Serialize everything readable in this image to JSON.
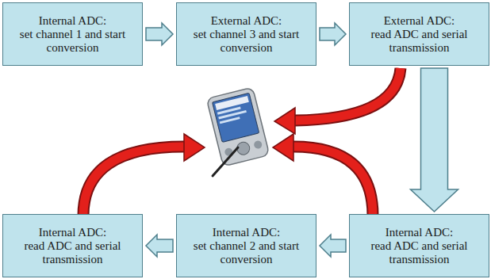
{
  "diagram": {
    "nodes": [
      {
        "text": [
          "Internal ADC:",
          "set channel 1 and start conversion"
        ]
      },
      {
        "text": [
          "External ADC:",
          "set channel 3 and start conversion"
        ]
      },
      {
        "text": [
          "External ADC:",
          "read ADC and serial transmission"
        ]
      },
      {
        "text": [
          "Internal ADC:",
          "read ADC and serial transmission"
        ]
      },
      {
        "text": [
          "Internal ADC:",
          "set channel 2 and start conversion"
        ]
      },
      {
        "text": [
          "Internal ADC:",
          "read ADC and serial transmission"
        ]
      }
    ],
    "edges": [
      {
        "from": 0,
        "to": 1,
        "arrow": "to"
      },
      {
        "from": 1,
        "to": 2,
        "arrow": "to"
      },
      {
        "from": 2,
        "to": 5,
        "arrow": "to"
      },
      {
        "from": 5,
        "to": 4,
        "arrow": "to"
      },
      {
        "from": 4,
        "to": 3,
        "arrow": "to"
      }
    ]
  }
}
